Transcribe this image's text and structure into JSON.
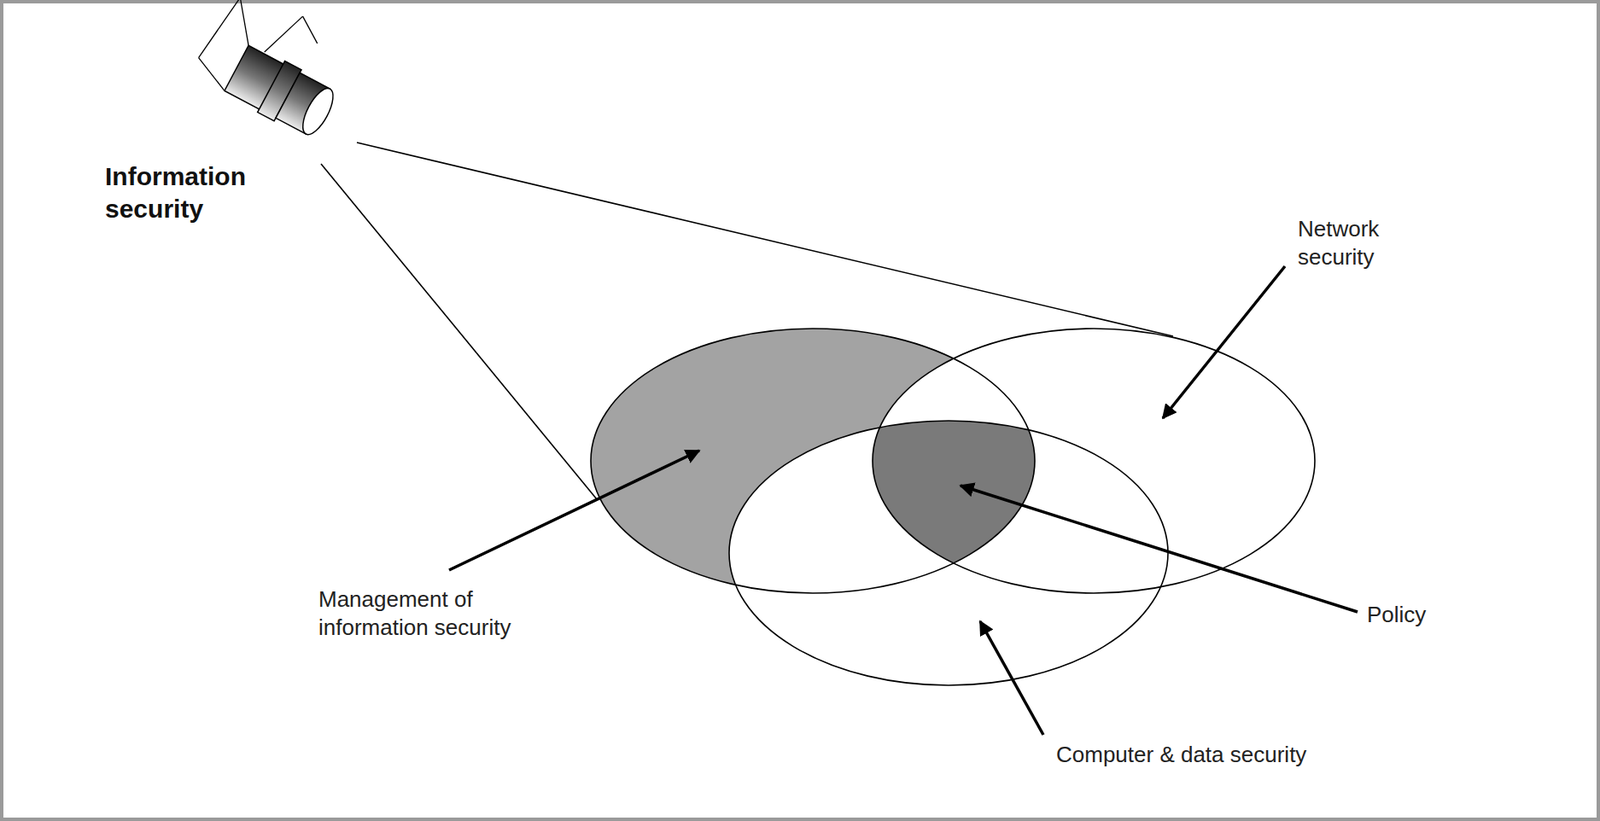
{
  "diagram": {
    "labels": [
      "Information security",
      "Network security",
      "Management of information security",
      "Policy",
      "Computer & data security"
    ]
  }
}
